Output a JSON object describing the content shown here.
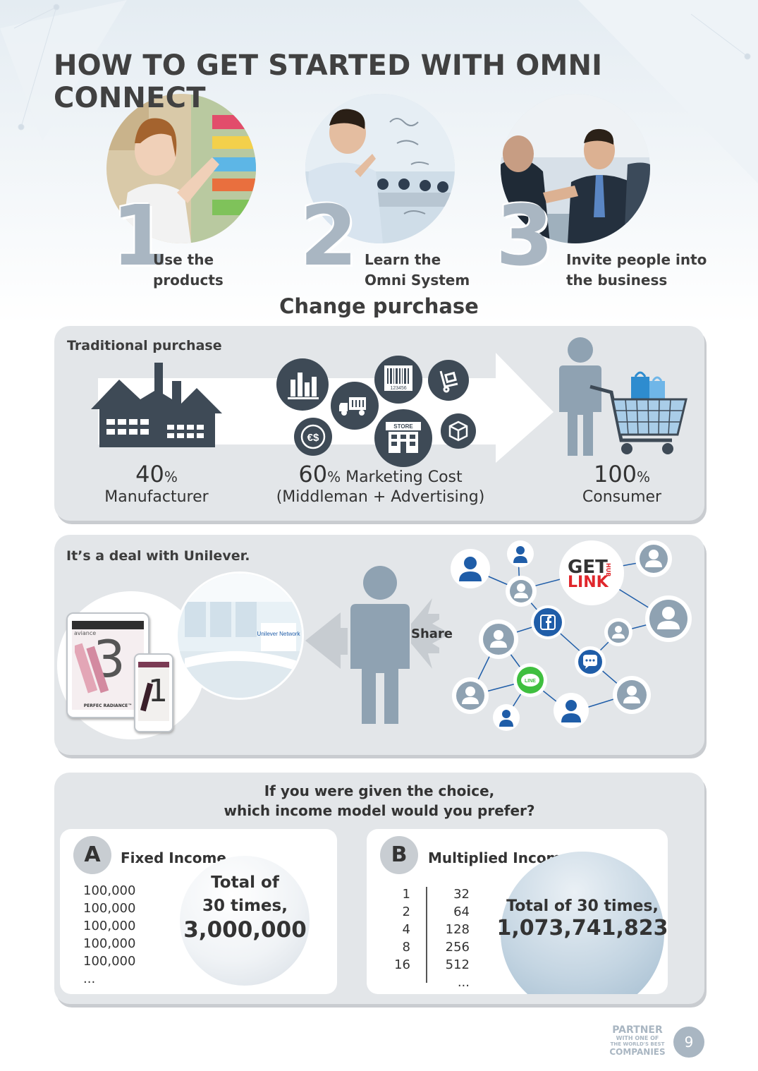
{
  "header": {
    "title": "HOW TO GET STARTED WITH OMNI CONNECT"
  },
  "steps": [
    {
      "number": "1",
      "line1": "Use the",
      "line2": "products"
    },
    {
      "number": "2",
      "line1": "Learn the",
      "line2": "Omni System"
    },
    {
      "number": "3",
      "line1": "Invite people into",
      "line2": "the business"
    }
  ],
  "change_purchase": {
    "heading": "Change purchase",
    "panel_title": "Traditional purchase",
    "store_label": "STORE",
    "barcode_digits": "123456",
    "manufacturer": {
      "value": "40",
      "unit": "%",
      "label": "Manufacturer"
    },
    "marketing": {
      "value": "60",
      "unit": "%",
      "label": " Marketing Cost",
      "sublabel": "(Middleman + Advertising)"
    },
    "consumer": {
      "value": "100",
      "unit": "%",
      "label": "Consumer"
    }
  },
  "unilever": {
    "panel_title": "It’s a deal with Unilever.",
    "share_label": "Share",
    "getlink_get": "GET",
    "getlink_link": "LINK",
    "getlink_hub": "HUB",
    "line_label": "LINE",
    "tablet_brand": "aviance",
    "tablet_product": "PERFEC RADIANCE™",
    "tablet_number": "3",
    "phone_number": "1",
    "building_sign": "Unilever Network"
  },
  "income": {
    "question_line1": "If you were given the choice,",
    "question_line2": "which income model would you prefer?",
    "fixed": {
      "badge": "A",
      "title": "Fixed Income",
      "values": [
        "100,000",
        "100,000",
        "100,000",
        "100,000",
        "100,000",
        "..."
      ],
      "total_line1": "Total of",
      "total_line2": "30 times,",
      "total_value": "3,000,000"
    },
    "multiplied": {
      "badge": "B",
      "title": "Multiplied Income",
      "left_values": [
        "1",
        "2",
        "4",
        "8",
        "16"
      ],
      "right_values": [
        "32",
        "64",
        "128",
        "256",
        "512",
        "..."
      ],
      "total_line1": "Total of 30 times,",
      "total_value": "1,073,741,823"
    }
  },
  "footer": {
    "line1": "PARTNER",
    "line2": "WITH ONE OF",
    "line3": "THE WORLD'S BEST",
    "line4": "COMPANIES",
    "page_number": "9"
  },
  "colors": {
    "dark_icon": "#3e4a56",
    "person_gray": "#8fa2b2",
    "accent_blue": "#1f5da8",
    "line_green": "#3fbf3f",
    "getlink_red": "#e0262b",
    "panel_bg": "#e3e6e9"
  }
}
